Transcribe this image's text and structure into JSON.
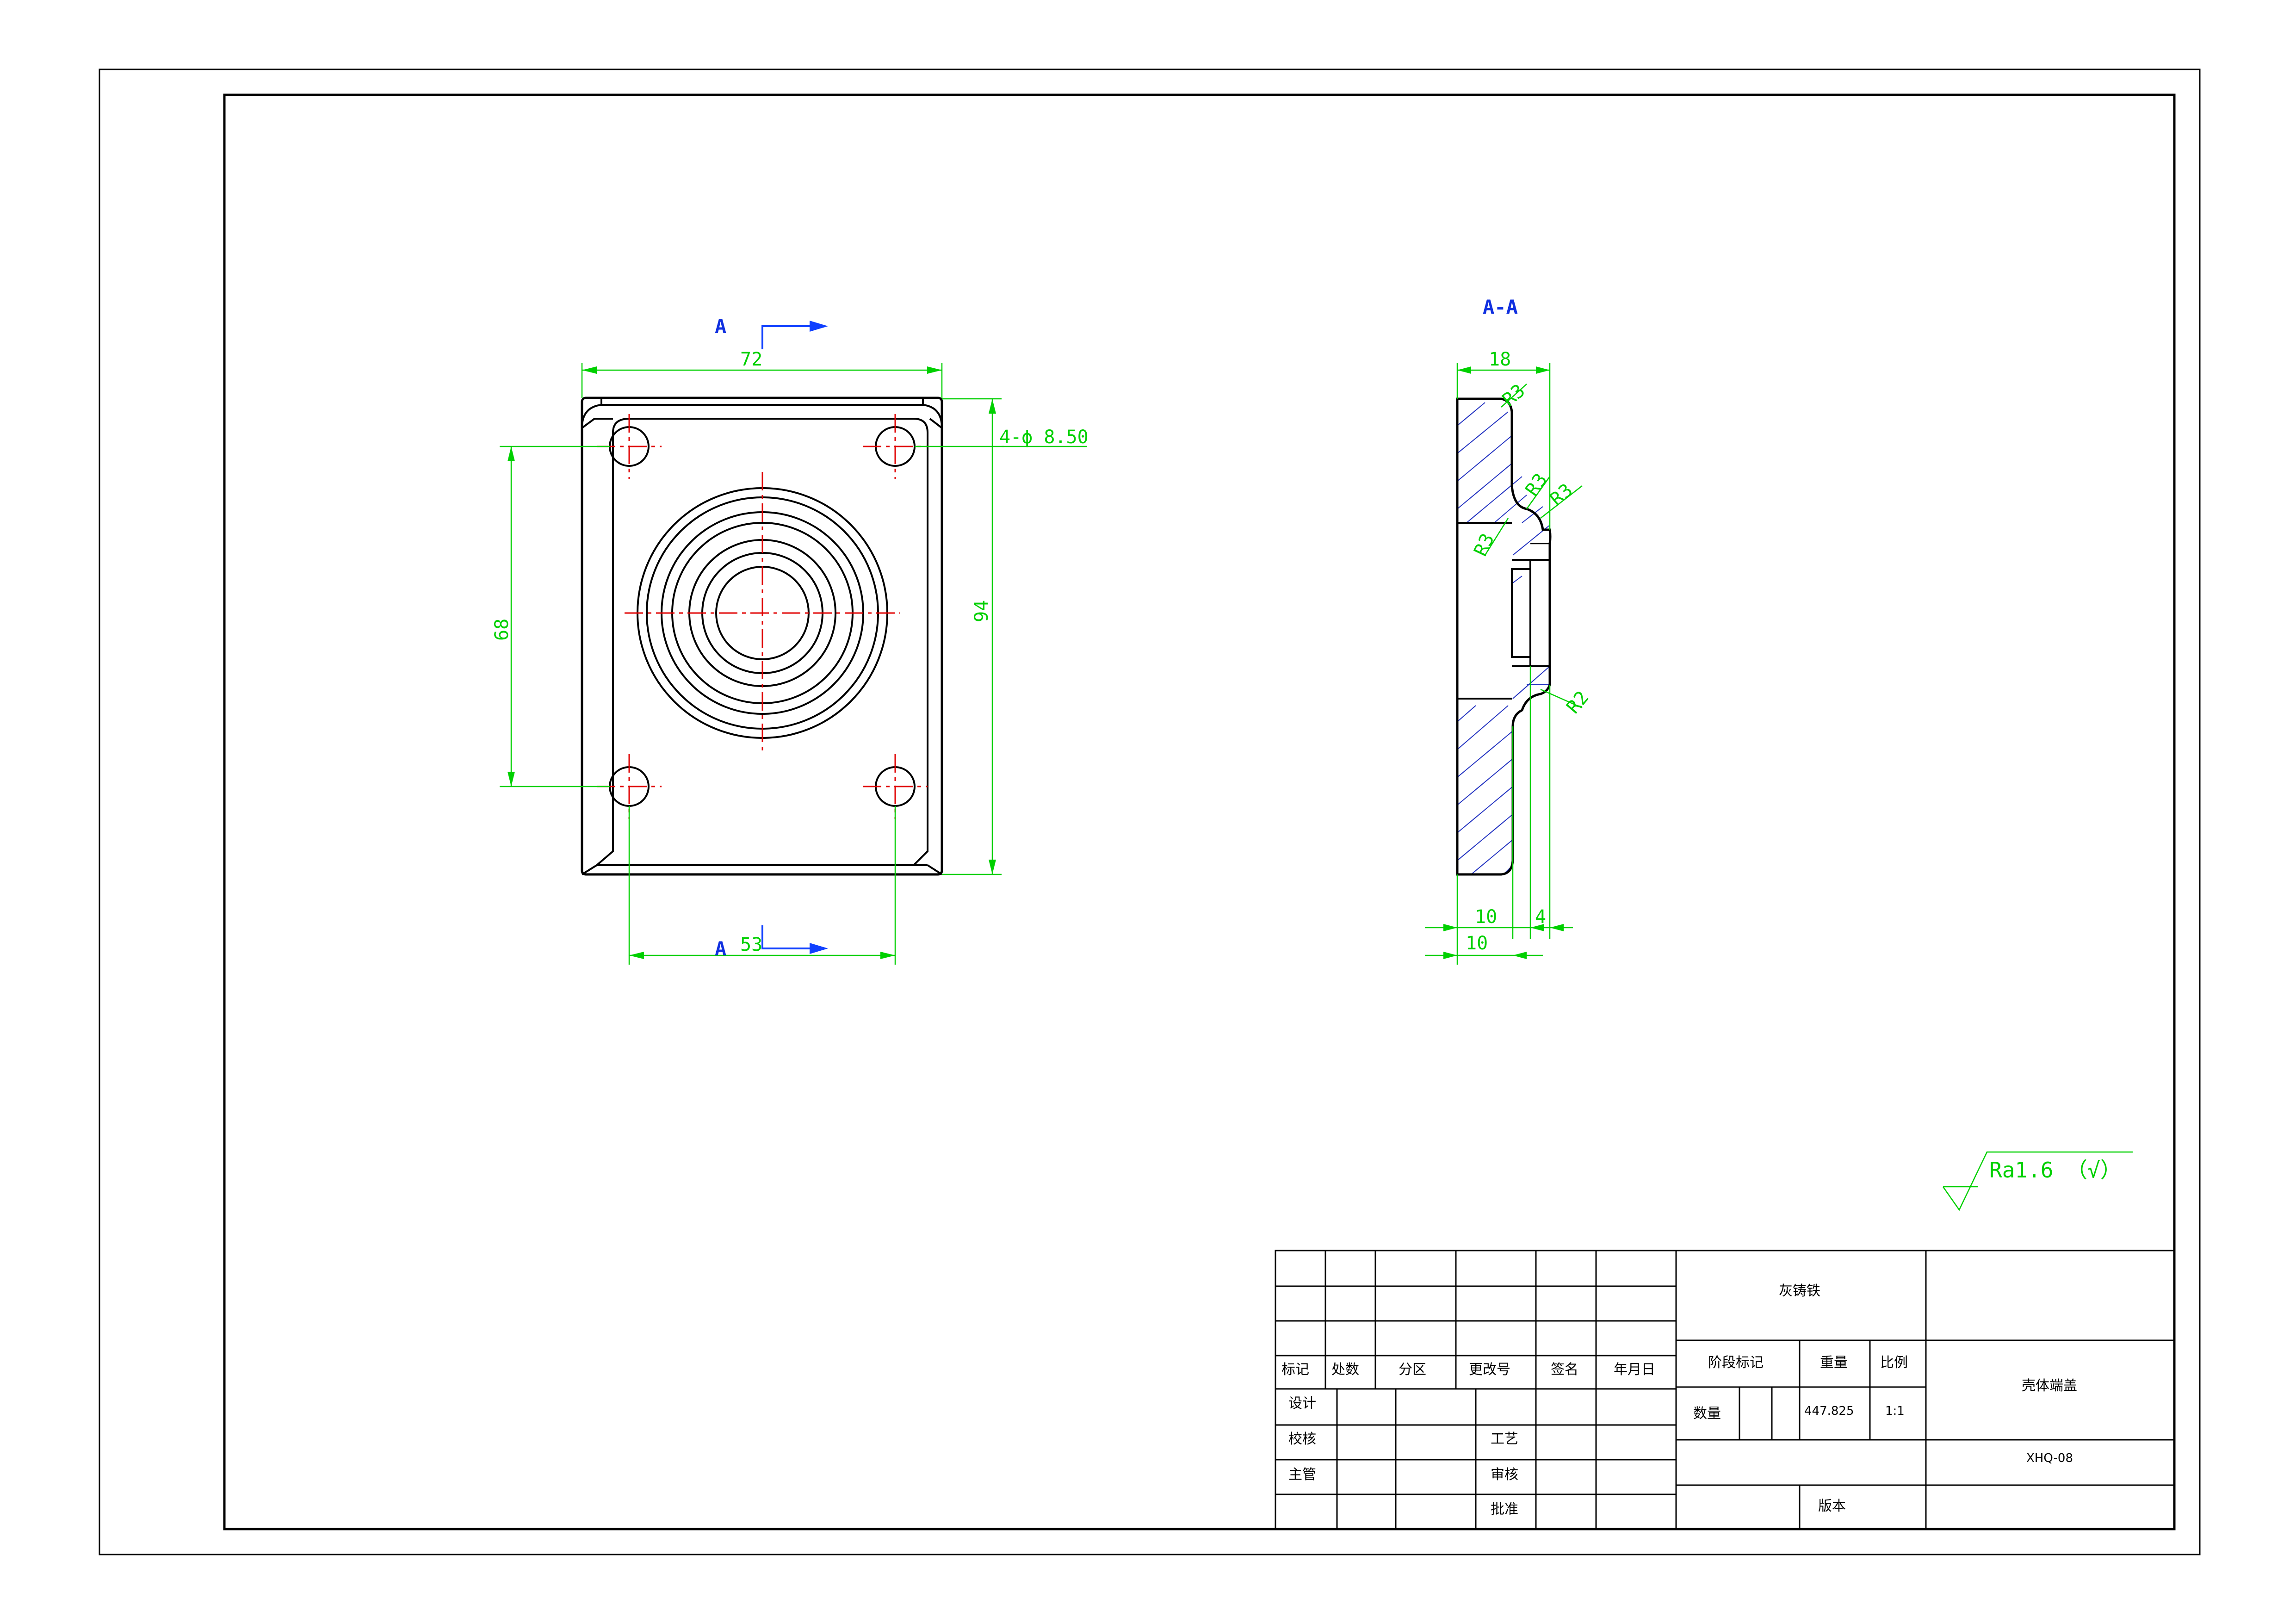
{
  "front_view": {
    "section_mark": "A",
    "section_mark_bottom": "A",
    "dim_width": "72",
    "dim_holes": "4-ϕ 8.50",
    "dim_vertical_spacing": "68",
    "dim_height": "94",
    "dim_horizontal_spacing": "53"
  },
  "section_view": {
    "title": "A-A",
    "dim_thickness": "18",
    "radius_1": "R3",
    "radius_2": "R3",
    "radius_3": "R3",
    "radius_4": "R3",
    "radius_5": "R2",
    "dim_bottom_1": "10",
    "dim_bottom_2": "4",
    "dim_bottom_3": "10"
  },
  "surface_finish": {
    "text": "Ra1.6 （√）"
  },
  "title_block": {
    "material": "灰铸铁",
    "rev_headers": [
      "标记",
      "处数",
      "分区",
      "更改号",
      "签名",
      "年月日"
    ],
    "roles": [
      "设计",
      "校核",
      "主管"
    ],
    "roles_right": [
      "工艺",
      "审核",
      "批准"
    ],
    "stage_label": "阶段标记",
    "weight_label": "重量",
    "scale_label": "比例",
    "quantity_label": "数量",
    "weight_value": "447.825",
    "scale_value": "1:1",
    "part_name": "壳体端盖",
    "drawing_no": "XHQ-08",
    "version_label": "版本"
  }
}
